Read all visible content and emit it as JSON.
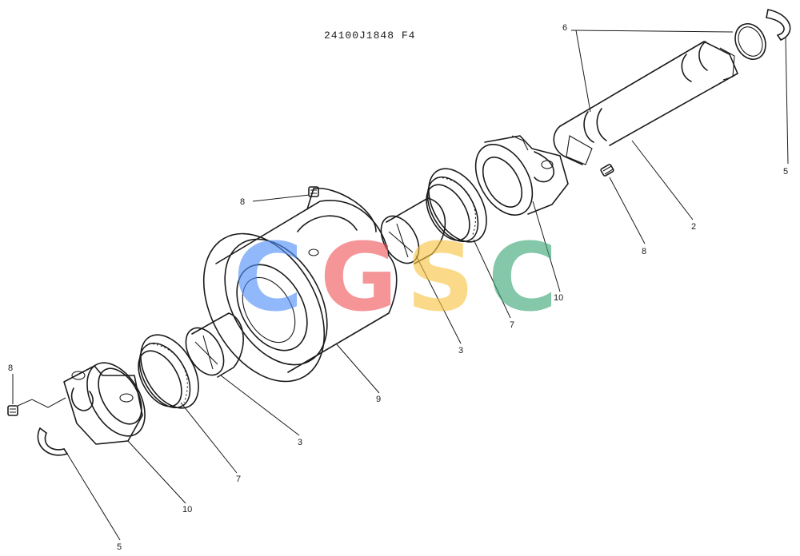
{
  "drawing_number": "24100J1848 F4",
  "callouts": {
    "c6": "6",
    "c5a": "5",
    "c2": "2",
    "c8a": "8",
    "c10a": "10",
    "c7a": "7",
    "c3a": "3",
    "c9": "9",
    "c8b": "8",
    "c3b": "3",
    "c7b": "7",
    "c10b": "10",
    "c8c": "8",
    "c5b": "5"
  },
  "watermark": {
    "letters": [
      "C",
      "G",
      "S",
      "C"
    ],
    "colors": [
      "#4f8ef7",
      "#f0555a",
      "#f8c542",
      "#3aa676"
    ]
  }
}
